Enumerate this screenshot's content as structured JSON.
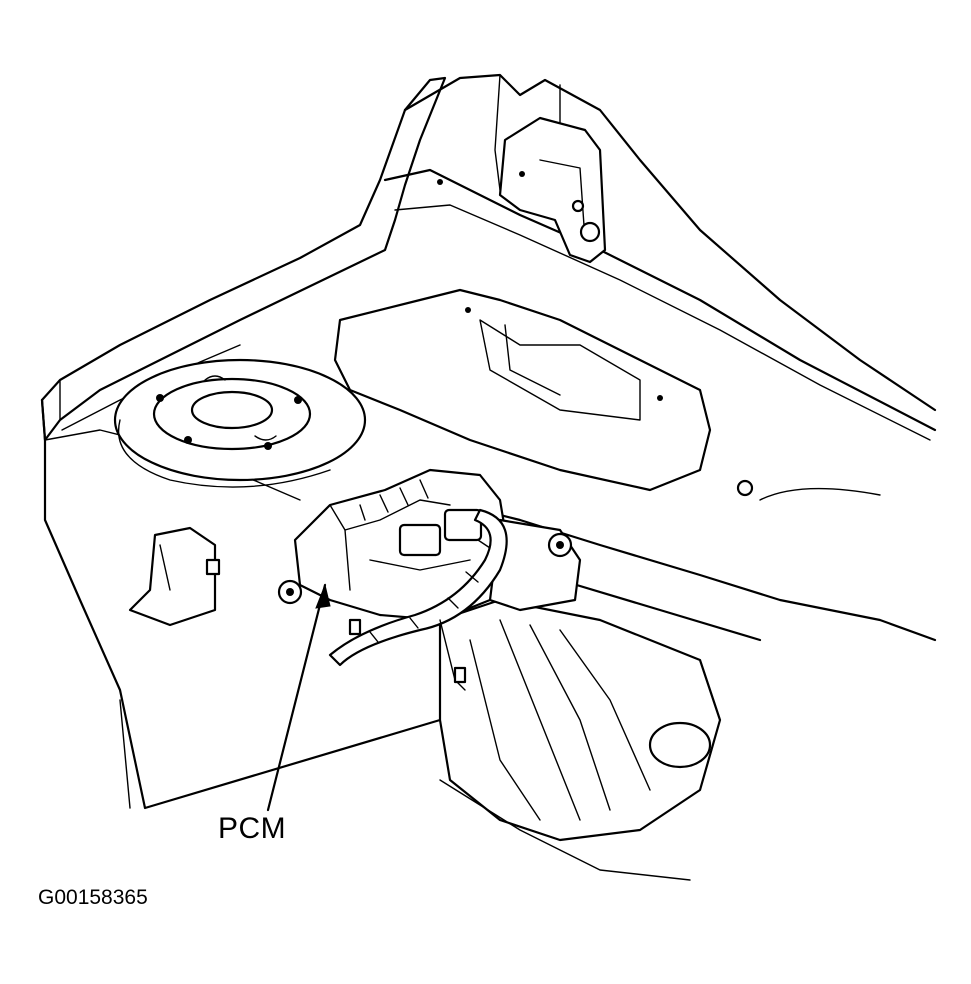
{
  "diagram": {
    "callouts": [
      {
        "id": "pcm",
        "label": "PCM"
      }
    ],
    "figure_id": "G00158365"
  }
}
